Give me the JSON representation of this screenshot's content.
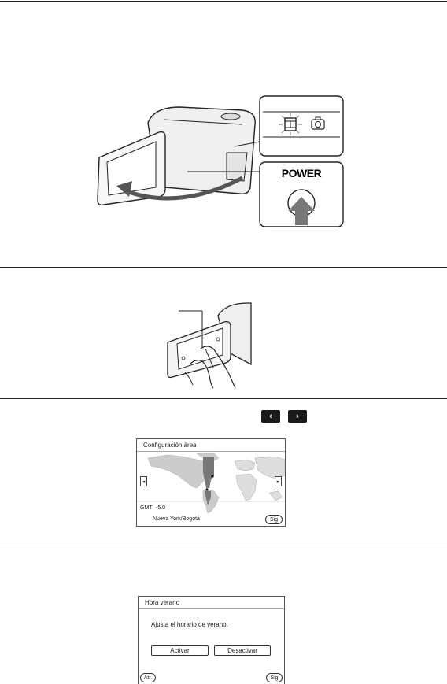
{
  "figure1": {
    "power_label": "POWER"
  },
  "nav_keys": {
    "prev_glyph": "‹",
    "next_glyph": "›"
  },
  "area_screen": {
    "title": "Configuración área",
    "gmt_label": "GMT",
    "gmt_value": "-5.0",
    "city": "Nueva York/Bogotá",
    "next_button": "Sig",
    "left_arrow": "◂",
    "right_arrow": "▸"
  },
  "dst_screen": {
    "title": "Hora verano",
    "prompt": "Ajusta el horario de verano.",
    "activate_button": "Activar",
    "deactivate_button": "Desactivar",
    "back_button": "Atr.",
    "next_button": "Sig"
  }
}
